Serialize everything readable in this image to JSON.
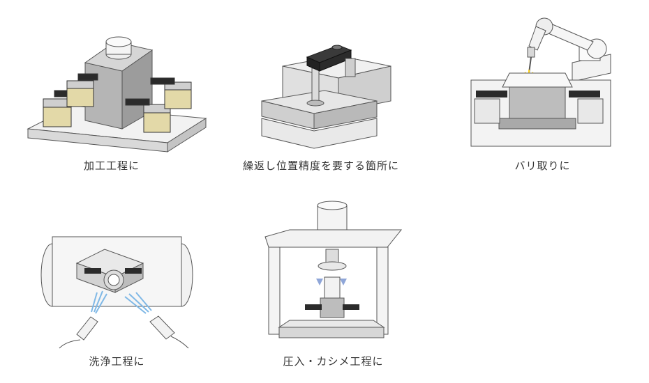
{
  "items": [
    {
      "caption": "加工工程に",
      "icon": "machining-fixture-illustration"
    },
    {
      "caption": "繰返し位置精度を要する箇所に",
      "icon": "repeat-positioning-clamp-illustration"
    },
    {
      "caption": "バリ取りに",
      "icon": "robot-deburring-illustration"
    },
    {
      "caption": "洗浄工程に",
      "icon": "washing-nozzle-illustration"
    },
    {
      "caption": "圧入・カシメ工程に",
      "icon": "press-fit-caulking-illustration"
    }
  ],
  "colors": {
    "metal_light": "#e8e8e8",
    "metal_mid": "#bdbdbd",
    "metal_dark": "#8c8c8c",
    "clamp_black": "#2b2b2b",
    "base_gold": "#e3d9a8",
    "spark": "#ffd21a",
    "water": "#7fb8e6",
    "arrow": "#8fa6d8"
  }
}
